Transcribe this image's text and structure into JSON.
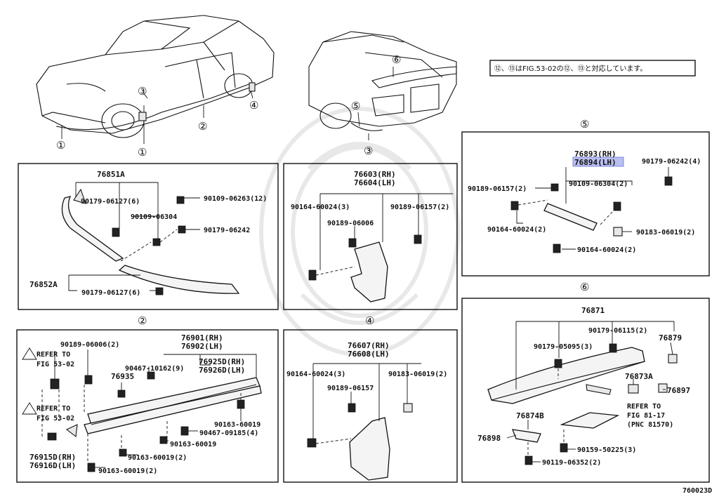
{
  "overview": {
    "labels": [
      "①",
      "②",
      "③",
      "④",
      "①",
      "⑤",
      "⑥",
      "③"
    ]
  },
  "note": {
    "text": "⑫、⑬はFIG.53-02の⑫、⑬と対応しています。"
  },
  "panels": {
    "p1": {
      "parts": [
        "76851A",
        "90179-06127(6)",
        "90109-06263(12)",
        "90109-06304",
        "90179-06242",
        "76852A",
        "90179-06127(6)"
      ]
    },
    "p2": {
      "title": "②",
      "parts": [
        "90189-06006(2)",
        "76901(RH)",
        "76902(LH)",
        "90467-10162(9)",
        "76925D(RH)",
        "76926D(LH)",
        "76935",
        "REFER TO",
        "FIG 53-02",
        "REFER TO",
        "FIG 53-02",
        "90163-60019",
        "90467-09185(4)",
        "90163-60019",
        "90163-60019(2)",
        "76915D(RH)",
        "76916D(LH)",
        "90163-60019(2)"
      ]
    },
    "p3": {
      "parts": [
        "76603(RH)",
        "76604(LH)",
        "90164-60024(3)",
        "90189-06157(2)",
        "90189-06006"
      ]
    },
    "p4": {
      "title": "④",
      "parts": [
        "76607(RH)",
        "76608(LH)",
        "90164-60024(3)",
        "90183-06019(2)",
        "90189-06157"
      ]
    },
    "p5": {
      "title": "⑤",
      "parts": [
        "76893(RH)",
        "76894(LH)",
        "90179-06242(4)",
        "90189-06157(2)",
        "90109-06304(2)",
        "90164-60024(2)",
        "90183-06019(2)",
        "90164-60024(2)"
      ]
    },
    "p6": {
      "title": "⑥",
      "parts": [
        "76871",
        "90179-06115(2)",
        "90179-05095(3)",
        "76879",
        "76873A",
        "76897",
        "REFER TO",
        "FIG 81-17",
        "(PNC 81570)",
        "76874B",
        "76898",
        "90159-50225(3)",
        "90119-06352(2)"
      ]
    }
  },
  "footer": {
    "code": "760023D"
  }
}
